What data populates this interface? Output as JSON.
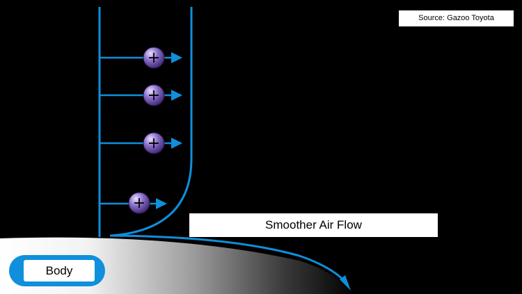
{
  "source": {
    "text": "Source: Gazoo Toyota"
  },
  "flow_label": {
    "text": "Smoother Air Flow"
  },
  "body_label": {
    "text": "Body"
  },
  "colors": {
    "background": "#000000",
    "flow_line": "#0f8fdc",
    "ion_purple": "#6a4aa8",
    "label_bg": "#ffffff"
  },
  "ions": [
    {
      "symbol": "+"
    },
    {
      "symbol": "+"
    },
    {
      "symbol": "+"
    },
    {
      "symbol": "+"
    }
  ]
}
